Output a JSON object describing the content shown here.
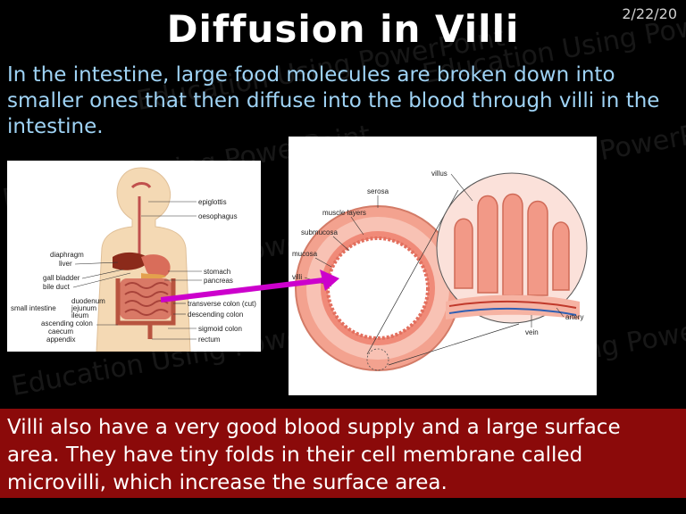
{
  "slide": {
    "date": "2/22/20",
    "title": "Diffusion in Villi",
    "intro": "In the intestine, large food molecules are broken down into smaller ones that then diffuse into the blood through villi in the intestine.",
    "bottom_text": "Villi also have a very good blood supply and a large surface area.  They have tiny folds in their cell membrane called microvilli, which increase the surface area.",
    "watermark": "Education Using PowerPoint"
  },
  "body_diagram": {
    "labels": {
      "epiglottis": "epiglottis",
      "oesophagus": "oesophagus",
      "diaphragm": "diaphragm",
      "liver": "liver",
      "gall_bladder": "gall bladder",
      "bile_duct": "bile duct",
      "stomach": "stomach",
      "pancreas": "pancreas",
      "small_intestine": "small intestine",
      "duodenum": "duodenum",
      "jejunum": "jejunum",
      "ileum": "ileum",
      "transverse_colon": "transverse colon (cut)",
      "descending_colon": "descending colon",
      "ascending_colon": "ascending colon",
      "caecum": "caecum",
      "appendix": "appendix",
      "sigmoid_colon": "sigmoid colon",
      "rectum": "rectum"
    }
  },
  "villi_diagram": {
    "labels": {
      "villus": "villus",
      "serosa": "serosa",
      "muscle_layers": "muscle layers",
      "submucosa": "submucosa",
      "mucosa": "mucosa",
      "villi": "villi",
      "artery": "artery",
      "vein": "vein"
    }
  },
  "colors": {
    "intro_text": "#9fd3f5",
    "bottom_box": "#8b0a0a",
    "arrow": "#cc00cc"
  }
}
